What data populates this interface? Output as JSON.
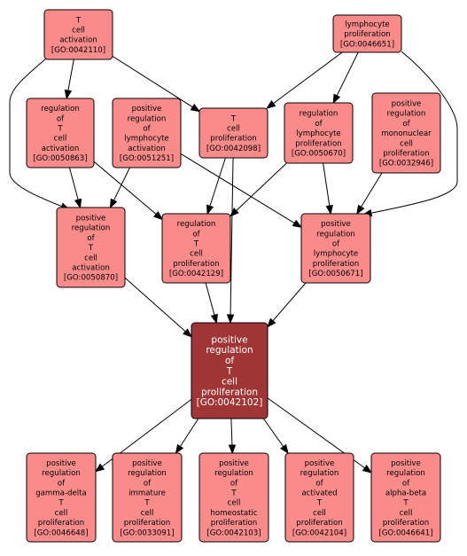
{
  "colors": {
    "node_fill": "#fa8b8b",
    "focus_fill": "#a03535",
    "node_text": "#000000",
    "focus_text": "#ffffff",
    "edge": "#000000",
    "background": "#ffffff"
  },
  "nodes": [
    {
      "id": "GO:0042110",
      "lines": [
        "T",
        "cell",
        "activation",
        "[GO:0042110]"
      ],
      "focus": false
    },
    {
      "id": "GO:0046651",
      "lines": [
        "lymphocyte",
        "proliferation",
        "[GO:0046651]"
      ],
      "focus": false
    },
    {
      "id": "GO:0050863",
      "lines": [
        "regulation",
        "of",
        "T",
        "cell",
        "activation",
        "[GO:0050863]"
      ],
      "focus": false
    },
    {
      "id": "GO:0051251",
      "lines": [
        "positive",
        "regulation",
        "of",
        "lymphocyte",
        "activation",
        "[GO:0051251]"
      ],
      "focus": false
    },
    {
      "id": "GO:0042098",
      "lines": [
        "T",
        "cell",
        "proliferation",
        "[GO:0042098]"
      ],
      "focus": false
    },
    {
      "id": "GO:0050670",
      "lines": [
        "regulation",
        "of",
        "lymphocyte",
        "proliferation",
        "[GO:0050670]"
      ],
      "focus": false
    },
    {
      "id": "GO:0032946",
      "lines": [
        "positive",
        "regulation",
        "of",
        "mononuclear",
        "cell",
        "proliferation",
        "[GO:0032946]"
      ],
      "focus": false
    },
    {
      "id": "GO:0050870",
      "lines": [
        "positive",
        "regulation",
        "of",
        "T",
        "cell",
        "activation",
        "[GO:0050870]"
      ],
      "focus": false
    },
    {
      "id": "GO:0042129",
      "lines": [
        "regulation",
        "of",
        "T",
        "cell",
        "proliferation",
        "[GO:0042129]"
      ],
      "focus": false
    },
    {
      "id": "GO:0050671",
      "lines": [
        "positive",
        "regulation",
        "of",
        "lymphocyte",
        "proliferation",
        "[GO:0050671]"
      ],
      "focus": false
    },
    {
      "id": "GO:0042102",
      "lines": [
        "positive",
        "regulation",
        "of",
        "T",
        "cell",
        "proliferation",
        "[GO:0042102]"
      ],
      "focus": true
    },
    {
      "id": "GO:0046648",
      "lines": [
        "positive",
        "regulation",
        "of",
        "gamma-delta",
        "T",
        "cell",
        "proliferation",
        "[GO:0046648]"
      ],
      "focus": false
    },
    {
      "id": "GO:0033091",
      "lines": [
        "positive",
        "regulation",
        "of",
        "immature",
        "T",
        "cell",
        "proliferation",
        "[GO:0033091]"
      ],
      "focus": false
    },
    {
      "id": "GO:0042103",
      "lines": [
        "positive",
        "regulation",
        "of",
        "T",
        "cell",
        "homeostatic",
        "proliferation",
        "[GO:0042103]"
      ],
      "focus": false
    },
    {
      "id": "GO:0042104",
      "lines": [
        "positive",
        "regulation",
        "of",
        "activated",
        "T",
        "cell",
        "proliferation",
        "[GO:0042104]"
      ],
      "focus": false
    },
    {
      "id": "GO:0046641",
      "lines": [
        "positive",
        "regulation",
        "of",
        "alpha-beta",
        "T",
        "cell",
        "proliferation",
        "[GO:0046641]"
      ],
      "focus": false
    }
  ],
  "edges": [
    [
      "GO:0042110",
      "GO:0050863"
    ],
    [
      "GO:0042110",
      "GO:0042098"
    ],
    [
      "GO:0042110",
      "GO:0050870"
    ],
    [
      "GO:0046651",
      "GO:0042098"
    ],
    [
      "GO:0046651",
      "GO:0050670"
    ],
    [
      "GO:0046651",
      "GO:0050671"
    ],
    [
      "GO:0050863",
      "GO:0050870"
    ],
    [
      "GO:0050863",
      "GO:0042129"
    ],
    [
      "GO:0051251",
      "GO:0050870"
    ],
    [
      "GO:0051251",
      "GO:0050671"
    ],
    [
      "GO:0042098",
      "GO:0042129"
    ],
    [
      "GO:0042098",
      "GO:0042102"
    ],
    [
      "GO:0050670",
      "GO:0042129"
    ],
    [
      "GO:0050670",
      "GO:0050671"
    ],
    [
      "GO:0032946",
      "GO:0050671"
    ],
    [
      "GO:0050870",
      "GO:0042102"
    ],
    [
      "GO:0042129",
      "GO:0042102"
    ],
    [
      "GO:0050671",
      "GO:0042102"
    ],
    [
      "GO:0042102",
      "GO:0046648"
    ],
    [
      "GO:0042102",
      "GO:0033091"
    ],
    [
      "GO:0042102",
      "GO:0042103"
    ],
    [
      "GO:0042102",
      "GO:0042104"
    ],
    [
      "GO:0042102",
      "GO:0046641"
    ]
  ]
}
